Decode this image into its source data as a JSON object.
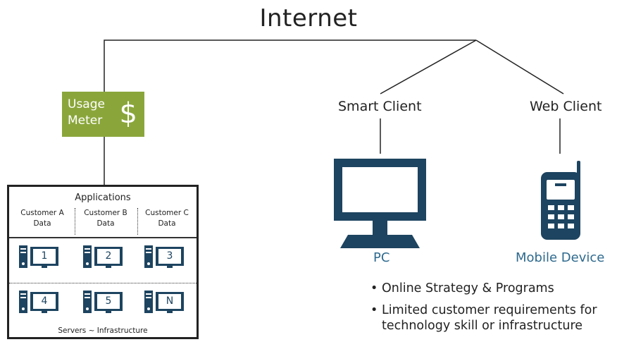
{
  "title": "Internet",
  "meter": {
    "line1": "Usage",
    "line2": "Meter",
    "symbol": "$"
  },
  "clients": {
    "smart": "Smart Client",
    "web": "Web Client"
  },
  "datacenter": {
    "apps_label": "Applications",
    "customers": [
      {
        "line1": "Customer A",
        "line2": "Data"
      },
      {
        "line1": "Customer B",
        "line2": "Data"
      },
      {
        "line1": "Customer C",
        "line2": "Data"
      }
    ],
    "servers": [
      "1",
      "2",
      "3",
      "4",
      "5",
      "N"
    ],
    "footer": "Servers ~ Infrastructure"
  },
  "devices": {
    "pc": "PC",
    "mobile": "Mobile Device"
  },
  "bullets": {
    "b1": "Online Strategy & Programs",
    "b2_line1": "Limited customer requirements for",
    "b2_line2": "technology skill or infrastructure"
  },
  "colors": {
    "meter_bg": "#8aa63a",
    "device_navy": "#1d4460",
    "device_label": "#2e6a8e"
  }
}
